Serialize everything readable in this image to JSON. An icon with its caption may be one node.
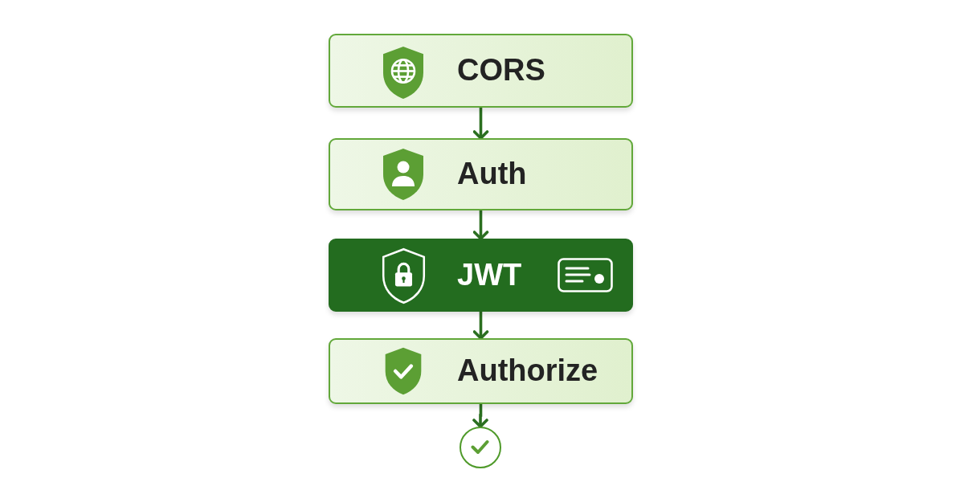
{
  "diagram": {
    "nodes": [
      {
        "text": [
          "CORS"
        ]
      },
      {
        "text": [
          "Auth"
        ]
      },
      {
        "text": [
          "JWT"
        ]
      },
      {
        "text": [
          "Authorize"
        ]
      },
      {
        "text": [],
        "shape": "circle"
      }
    ],
    "edges": [
      {
        "from": 0,
        "to": 1,
        "arrow": "to"
      },
      {
        "from": 1,
        "to": 2,
        "arrow": "to"
      },
      {
        "from": 2,
        "to": 3,
        "arrow": "to"
      },
      {
        "from": 3,
        "to": 4,
        "arrow": "to"
      }
    ]
  }
}
